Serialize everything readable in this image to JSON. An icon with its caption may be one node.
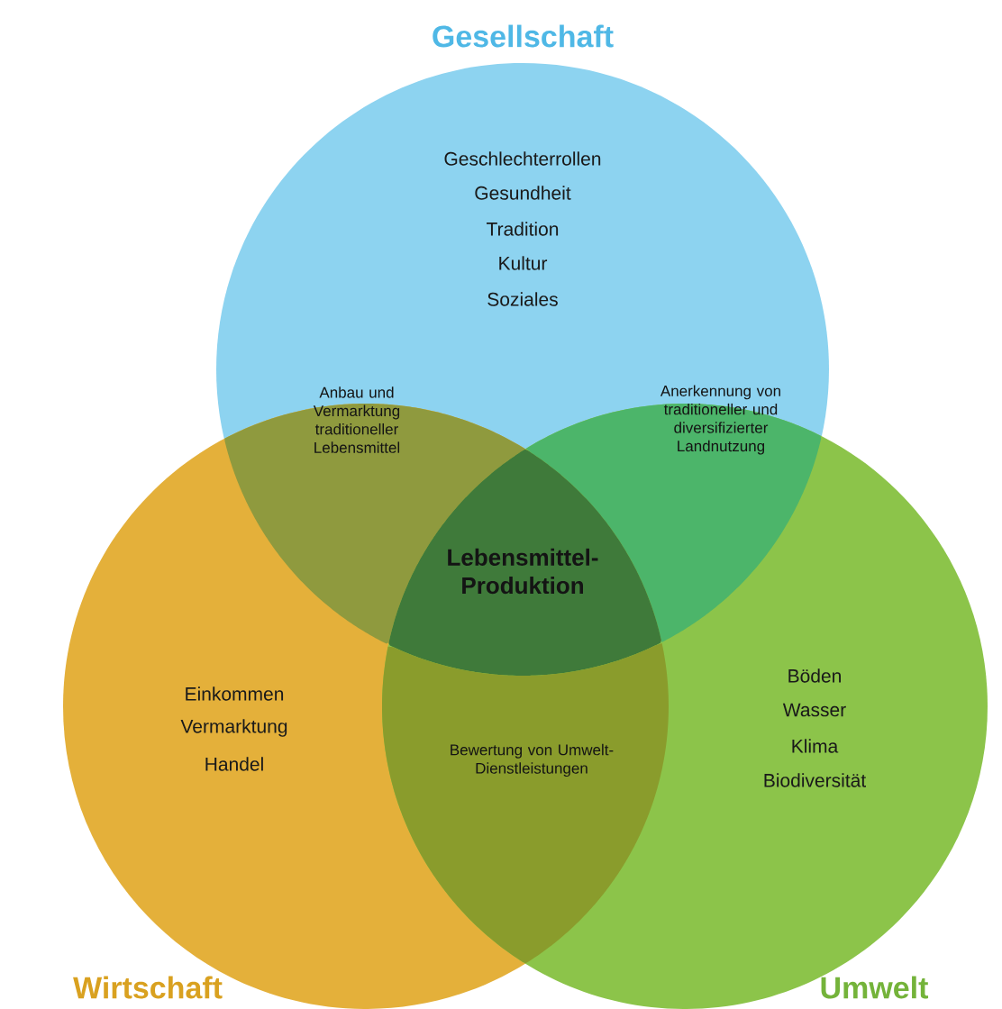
{
  "diagram": {
    "nodes": [
      {
        "text": [
          "Gesellschaft",
          "Geschlechterrollen",
          "Gesundheit",
          "Tradition",
          "Kultur",
          "Soziales"
        ]
      },
      {
        "text": [
          "Wirtschaft",
          "Einkommen",
          "Vermarktung",
          "Handel"
        ]
      },
      {
        "text": [
          "Umwelt",
          "Böden",
          "Wasser",
          "Klima",
          "Biodiversität"
        ]
      },
      {
        "text": [
          "Anbau und Vermarktung traditioneller Lebensmittel"
        ]
      },
      {
        "text": [
          "Anerkennung von traditioneller und diversifizierter Landnutzung"
        ]
      },
      {
        "text": [
          "Lebensmittel-Produktion"
        ]
      },
      {
        "text": [
          "Bewertung von Umwelt-Dienstleistungen"
        ]
      }
    ]
  }
}
